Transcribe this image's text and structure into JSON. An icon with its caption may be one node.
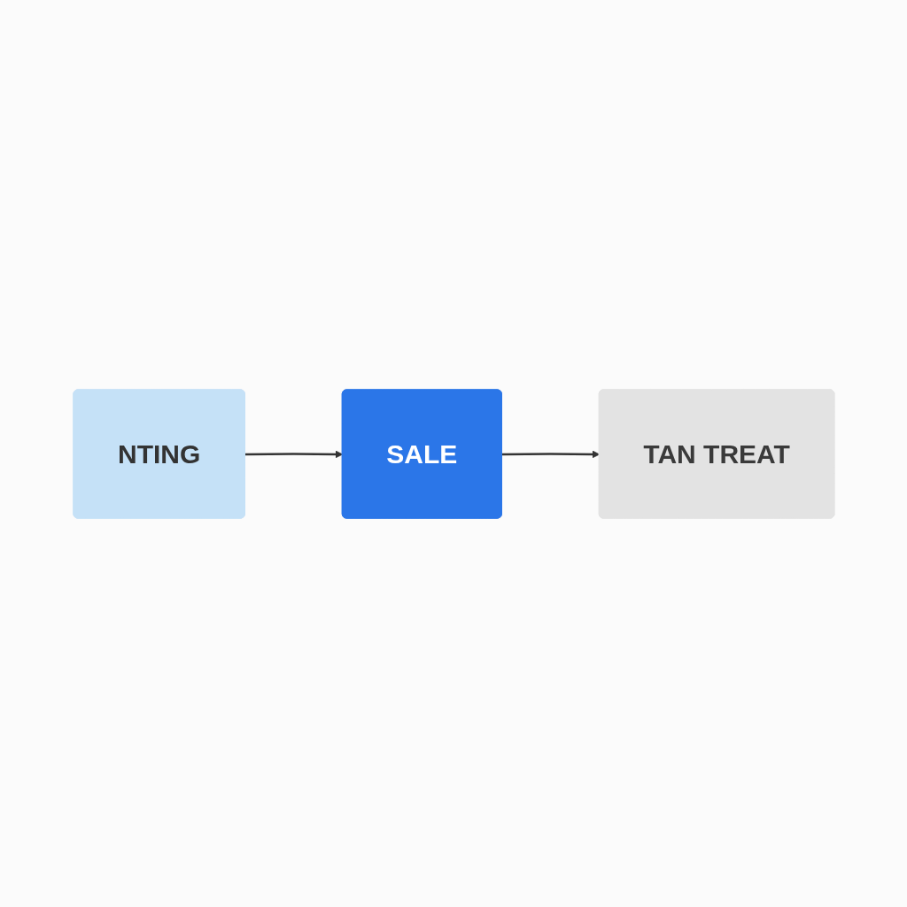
{
  "diagram": {
    "nodes": [
      {
        "text": [
          "NTING"
        ]
      },
      {
        "text": [
          "SALE"
        ]
      },
      {
        "text": [
          "TAN TREAT"
        ]
      }
    ],
    "edges": [
      {
        "from": 0,
        "to": 1,
        "arrow": "to"
      },
      {
        "from": 1,
        "to": 2,
        "arrow": "to"
      }
    ]
  }
}
